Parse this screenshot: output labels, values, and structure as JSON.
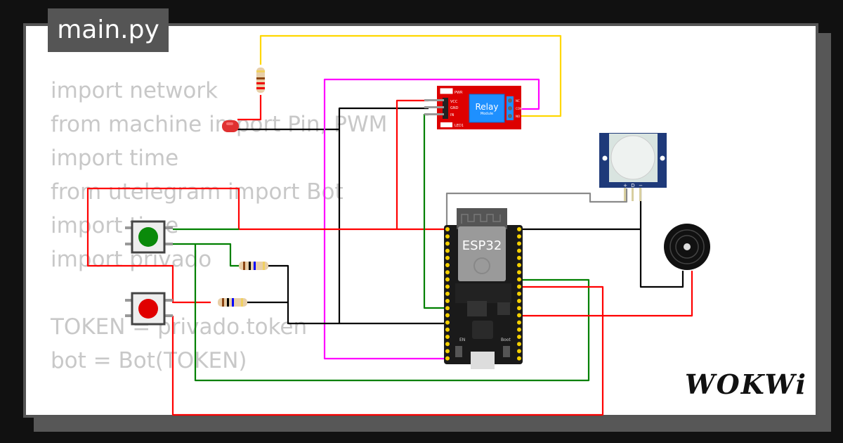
{
  "file_tab": {
    "label": "main.py"
  },
  "code_lines": [
    "import network",
    "from machine import Pin, PWM",
    "import time",
    "from utelegram import Bot",
    "import time",
    "import privado",
    "",
    "TOKEN = privado.token",
    "bot = Bot(TOKEN)"
  ],
  "components": {
    "esp32": {
      "label": "ESP32",
      "en_label": "EN",
      "boot_label": "Boot"
    },
    "relay": {
      "title": "Relay",
      "subtitle": "Module",
      "pins": [
        "VCC",
        "GND",
        "IN"
      ],
      "pwr_label": "PWR",
      "led_label": "LED1",
      "terminals": [
        "NC",
        "COM",
        "NO"
      ]
    },
    "pir": {
      "pins": [
        "+",
        "D",
        "−"
      ]
    },
    "buttons": [
      {
        "color": "#0a8a0a"
      },
      {
        "color": "#e00000"
      }
    ],
    "led": {
      "color": "#e03030"
    }
  },
  "wire_colors": {
    "red": "#ff0000",
    "green": "#008000",
    "black": "#000000",
    "magenta": "#ff00ff",
    "yellow": "#ffd700",
    "gray": "#8a8a8a"
  },
  "brand": {
    "logo": "WOKWi"
  }
}
